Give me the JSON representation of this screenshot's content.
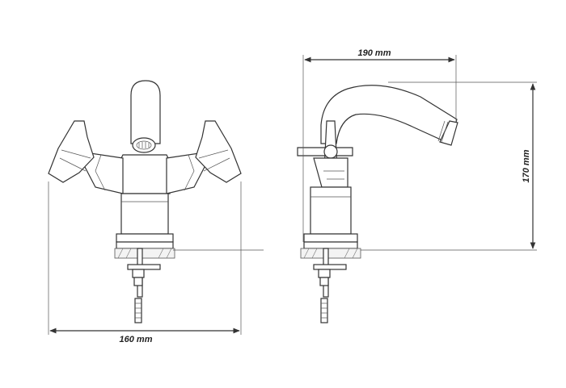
{
  "dimensions": {
    "width_front": "160 mm",
    "width_side": "190 mm",
    "height_side": "170 mm"
  }
}
